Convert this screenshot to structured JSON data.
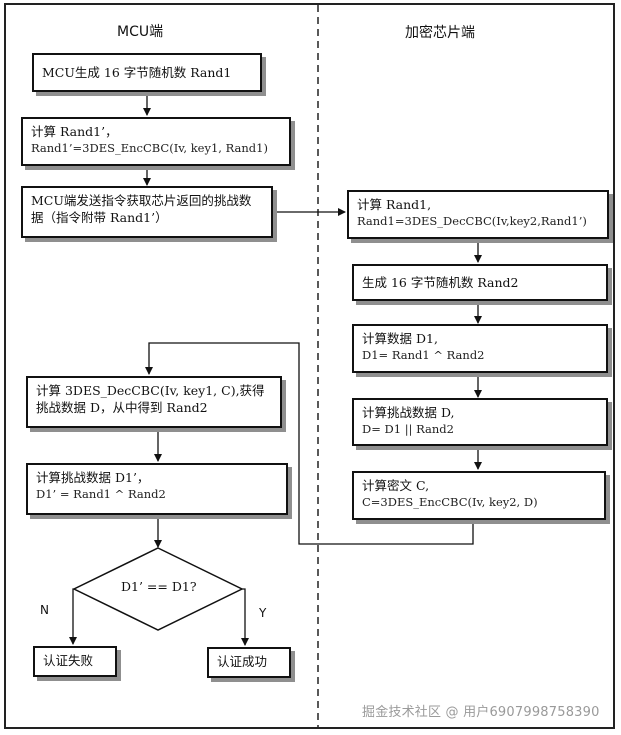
{
  "columns": {
    "left_title": "MCU端",
    "right_title": "加密芯片端"
  },
  "mcu": {
    "gen_rand1": "MCU生成 16 字节随机数 Rand1",
    "calc_rand1p_title": "计算 Rand1’，",
    "calc_rand1p_formula": "Rand1’=3DES_EncCBC(Iv, key1, Rand1)",
    "send_cmd_line1": "MCU端发送指令获取芯片返回的挑战数",
    "send_cmd_line2": "据（指令附带 Rand1’）",
    "decrypt_line1": "计算 3DES_DecCBC(Iv, key1, C),获得",
    "decrypt_line2": "挑战数据 D，从中得到 Rand2",
    "calc_d1p_title": "计算挑战数据 D1’，",
    "calc_d1p_formula": "D1’ = Rand1 ^ Rand2",
    "decision": "D1’ == D1?",
    "branch_no": "N",
    "branch_yes": "Y",
    "fail": "认证失败",
    "success": "认证成功"
  },
  "chip": {
    "calc_rand1_title": "计算 Rand1,",
    "calc_rand1_formula": "Rand1=3DES_DecCBC(Iv,key2,Rand1’)",
    "gen_rand2": "生成 16 字节随机数 Rand2",
    "calc_d1_title": "计算数据 D1,",
    "calc_d1_formula": "D1= Rand1 ^ Rand2",
    "calc_d_title": "计算挑战数据 D,",
    "calc_d_formula": "D= D1 || Rand2",
    "calc_c_title": "计算密文 C,",
    "calc_c_formula": "C=3DES_EncCBC(Iv, key2, D)"
  },
  "watermark": "掘金技术社区 @ 用户6907998758390"
}
